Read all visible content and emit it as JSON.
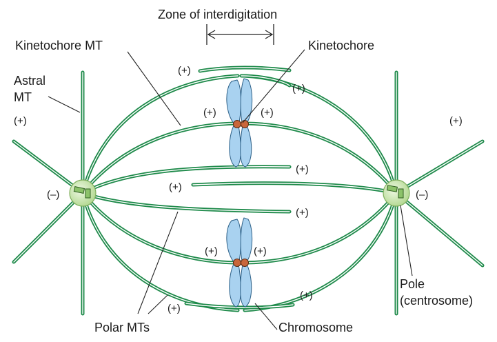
{
  "labels": {
    "zone": "Zone of interdigitation",
    "kinetochore_mt": "Kinetochore MT",
    "kinetochore": "Kinetochore",
    "astral_mt_line1": "Astral",
    "astral_mt_line2": "MT",
    "polar_mts": "Polar MTs",
    "chromosome": "Chromosome",
    "pole_line1": "Pole",
    "pole_line2": "(centrosome)"
  },
  "signs": {
    "plus": "(+)",
    "minus": "(–)"
  },
  "colors": {
    "microtubule": "#1e8a4a",
    "centrosome": "#cfe7b6",
    "chromosome": "#a9d2f0",
    "kinetochore": "#c9663b"
  }
}
